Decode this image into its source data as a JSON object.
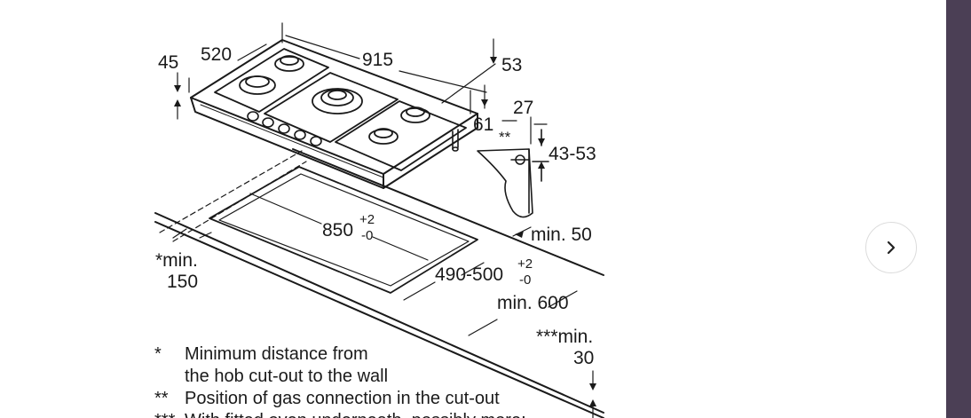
{
  "diagram": {
    "dims": {
      "d45": "45",
      "d520": "520",
      "d915": "915",
      "d53": "53",
      "d27": "27",
      "d61": "61",
      "dstar2": "**",
      "d4353": "43-53",
      "d850": "850",
      "d850_sup": "+2",
      "d850_sub": "-0",
      "dmin50": "min. 50",
      "dstar_min": "*min.",
      "d150": "150",
      "d490": "490-500",
      "d490_sup": "+2",
      "d490_sub": "-0",
      "dmin600": "min. 600",
      "dstar3_min": "***min.",
      "d30": "30"
    },
    "notes": [
      {
        "marker": "*",
        "text": "Minimum distance from"
      },
      {
        "marker": "",
        "text": "the hob cut-out to the wall"
      },
      {
        "marker": "**",
        "text": "Position of gas connection in the cut-out"
      },
      {
        "marker": "***",
        "text": "With fitted oven underneath, possibly more:"
      }
    ]
  },
  "carousel": {
    "next_icon": "chevron-right-icon"
  },
  "colors": {
    "side_panel": "#4b3f55",
    "line": "#1a1a1a",
    "button_border": "#dcdcdc"
  }
}
